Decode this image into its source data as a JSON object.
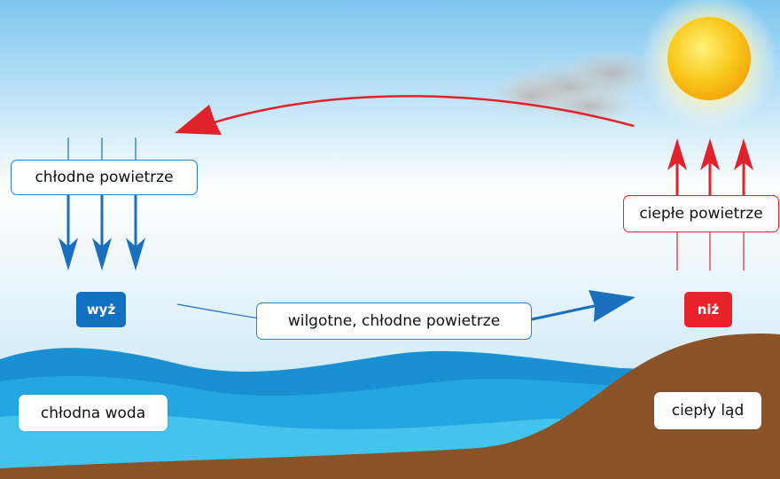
{
  "labels": {
    "cold_air": "chłodne powietrze",
    "warm_air": "ciepłe powietrze",
    "humid_air": "wilgotne, chłodne powietrze",
    "cold_water": "chłodna woda",
    "warm_land": "ciepły ląd",
    "high": "wyż",
    "low": "niż"
  },
  "colors": {
    "high_badge": "#1270c0",
    "low_badge": "#e8232c",
    "arrow_red": "#e0222b",
    "arrow_blue": "#1b6fbf",
    "land": "#8a5428",
    "water": "#36b8e8"
  }
}
